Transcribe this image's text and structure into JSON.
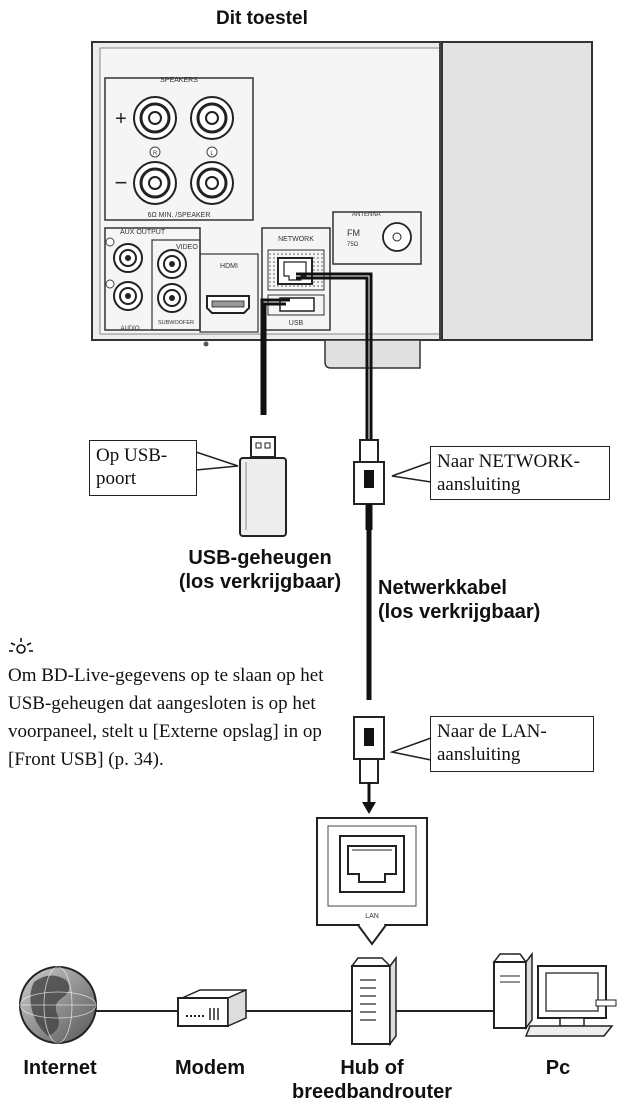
{
  "device_title": "Dit toestel",
  "panel": {
    "speakers": "SPEAKERS",
    "plus": "+",
    "minus": "−",
    "r": "R",
    "l": "L",
    "speaker_note": "6Ω MIN. /SPEAKER",
    "antenna": "ANTENNA",
    "fm": "FM",
    "fm_sub": "75Ω",
    "aux_output": "AUX OUTPUT",
    "video": "VIDEO",
    "network": "NETWORK",
    "hdmi": "HDMI",
    "usb": "USB",
    "subwoofer": "SUBWOOFER",
    "audio": "AUDIO"
  },
  "callouts": {
    "usb_port": "Op USB-\npoort",
    "network_port": "Naar NETWORK-\naansluiting",
    "lan_port": "Naar de LAN-\naansluiting"
  },
  "labels": {
    "usb_memory": "USB-geheugen\n(los verkrijgbaar)",
    "network_cable": "Netwerkkabel\n(los verkrijgbaar)",
    "lan": "LAN",
    "internet": "Internet",
    "modem": "Modem",
    "hub": "Hub of\nbreedbandrouter",
    "pc": "Pc"
  },
  "tip": {
    "icon": "tip-icon",
    "text": "Om BD-Live-gegevens op te slaan op het USB-geheugen dat aangesloten is op het voorpaneel, stelt u [Externe opslag] in op [Front USB] (p. 34)."
  }
}
